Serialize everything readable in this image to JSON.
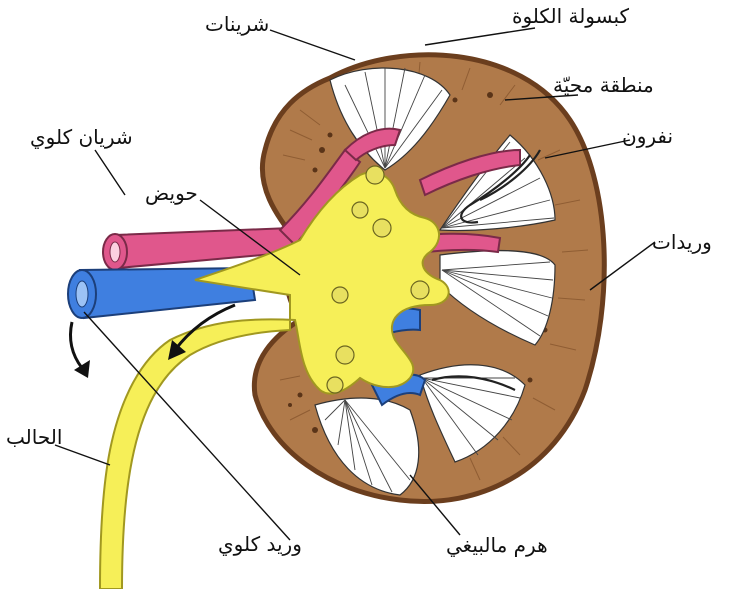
{
  "labels": {
    "capsule": "كبسولة الكلوة",
    "arterioles": "شرينات",
    "cortex": "منطقة محيّة",
    "renal_artery": "شريان كلوي",
    "nephron": "نفرون",
    "pelvis": "حويض",
    "venules": "وريدات",
    "ureter": "الحالب",
    "renal_vein": "وريد كلوي",
    "malpighian_pyramid": "هرم مالبيغي"
  },
  "colors": {
    "cortex": "#b07a4a",
    "capsule_outline": "#6b3e1e",
    "artery": "#e0578c",
    "vein": "#3f7fe0",
    "pelvis": "#f6ef58",
    "pyramid": "#ffffff",
    "leader_line": "#111111"
  }
}
